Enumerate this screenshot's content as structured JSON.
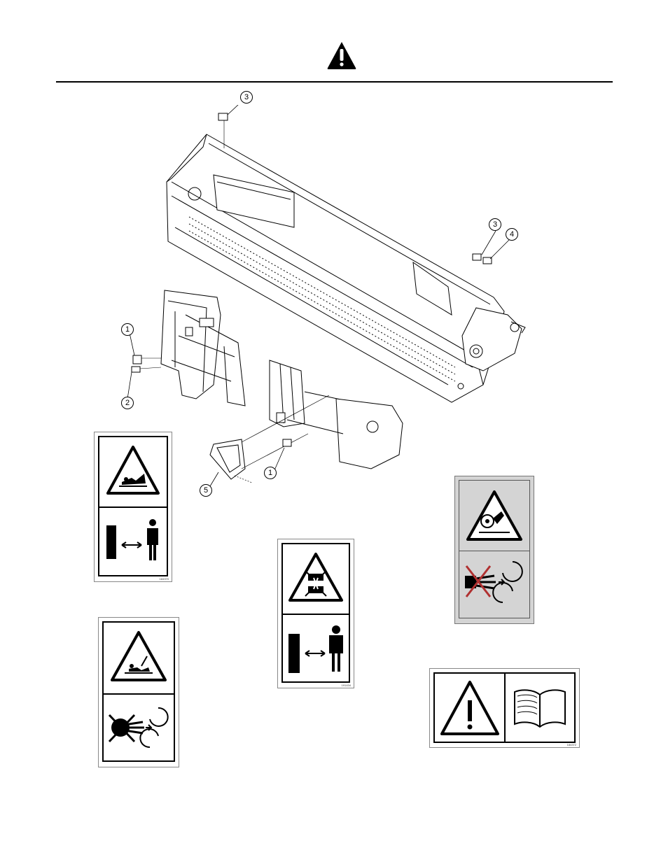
{
  "header": {
    "icon": "warning-triangle-icon"
  },
  "diagram": {
    "callouts": [
      "3",
      "3",
      "4",
      "1",
      "2",
      "1",
      "5"
    ]
  },
  "decals": [
    {
      "name": "decal-feeder-hazard",
      "part_number": "184370",
      "icons": [
        "rotating-auger-warning-icon",
        "keep-away-distance-icon"
      ]
    },
    {
      "name": "decal-reel-entanglement",
      "part_number": "",
      "icons": [
        "reel-entanglement-warning-icon",
        "no-hand-rotating-icon"
      ]
    },
    {
      "name": "decal-crush-hazard",
      "part_number": "191434",
      "icons": [
        "crush-hazard-warning-icon",
        "keep-away-distance-icon"
      ]
    },
    {
      "name": "decal-auger-entanglement",
      "part_number": "",
      "icons": [
        "auger-entanglement-warning-icon",
        "no-hand-rotating-icon"
      ]
    },
    {
      "name": "decal-read-manual",
      "part_number": "184372",
      "icons": [
        "general-warning-icon",
        "open-book-icon"
      ]
    }
  ]
}
